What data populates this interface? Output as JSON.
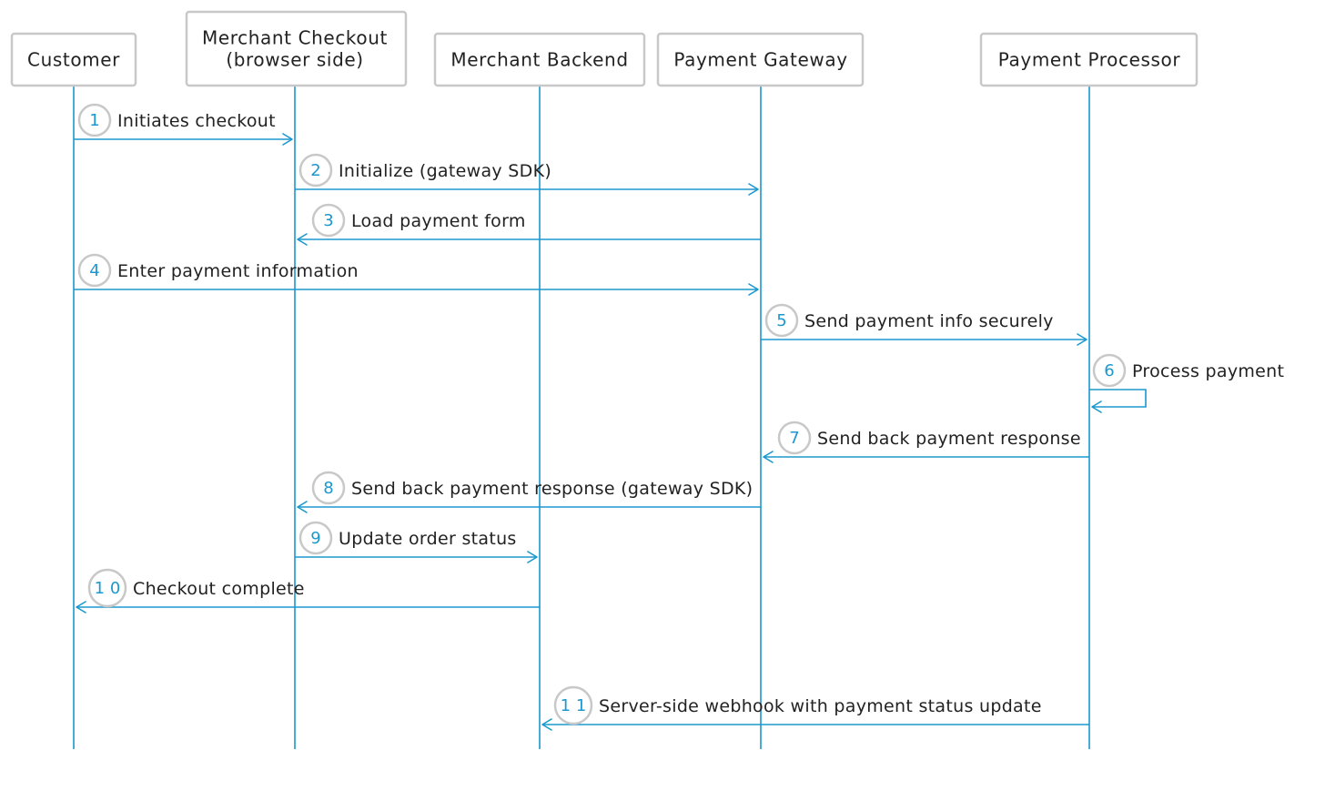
{
  "diagram": {
    "actors": [
      {
        "id": "customer",
        "lines": [
          "Customer"
        ]
      },
      {
        "id": "checkout",
        "lines": [
          "Merchant Checkout",
          "(browser side)"
        ]
      },
      {
        "id": "backend",
        "lines": [
          "Merchant Backend"
        ]
      },
      {
        "id": "gateway",
        "lines": [
          "Payment Gateway"
        ]
      },
      {
        "id": "processor",
        "lines": [
          "Payment Processor"
        ]
      }
    ],
    "messages": [
      {
        "num": "1",
        "from": "customer",
        "to": "checkout",
        "label": "Initiates checkout"
      },
      {
        "num": "2",
        "from": "checkout",
        "to": "gateway",
        "label": "Initialize (gateway SDK)"
      },
      {
        "num": "3",
        "from": "gateway",
        "to": "checkout",
        "label": "Load payment form"
      },
      {
        "num": "4",
        "from": "customer",
        "to": "gateway",
        "label": "Enter payment information"
      },
      {
        "num": "5",
        "from": "gateway",
        "to": "processor",
        "label": "Send payment info securely"
      },
      {
        "num": "6",
        "from": "processor",
        "to": "processor",
        "label": "Process payment"
      },
      {
        "num": "7",
        "from": "processor",
        "to": "gateway",
        "label": "Send back payment response"
      },
      {
        "num": "8",
        "from": "gateway",
        "to": "checkout",
        "label": "Send back payment response (gateway SDK)"
      },
      {
        "num": "9",
        "from": "checkout",
        "to": "backend",
        "label": "Update order status"
      },
      {
        "num": "1 0",
        "from": "backend",
        "to": "customer",
        "label": "Checkout complete"
      },
      {
        "num": "1 1",
        "from": "processor",
        "to": "backend",
        "label": "Server-side webhook with payment status update"
      }
    ]
  },
  "colors": {
    "accent": "#1b98cf",
    "box_border": "#c8c8c8",
    "text": "#222222"
  }
}
